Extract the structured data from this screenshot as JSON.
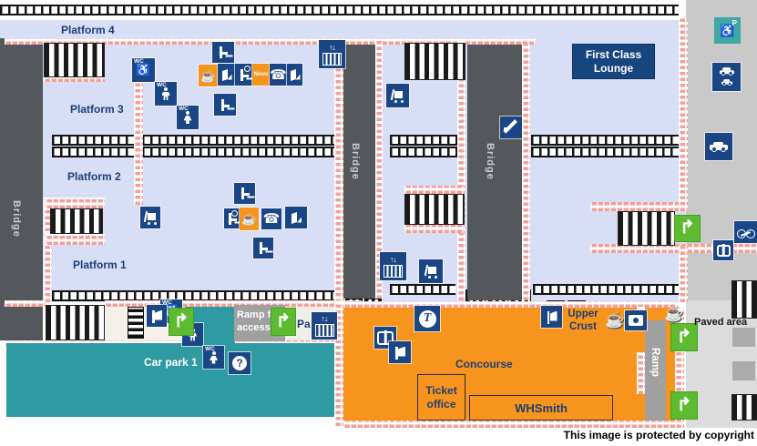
{
  "map": {
    "platforms": [
      "Platform 4",
      "Platform 3",
      "Platform 2",
      "Platform 1"
    ],
    "bridge": "Bridge",
    "first_class_lounge": [
      "First Class",
      "Lounge"
    ],
    "car_park": "Car park 1",
    "concourse": "Concourse",
    "ticket_office": [
      "Ticket",
      "office"
    ],
    "whsmith": "WHSmith",
    "upper_crust": [
      "Upper",
      "Crust"
    ],
    "ramp": "Ramp",
    "ramp_access": [
      "Ramp fo",
      "access"
    ],
    "pa_label": "Pa",
    "paved_area": "Paved area",
    "copyright": "This image is protected by copyright"
  },
  "icons": {
    "wc_label": "WC",
    "news_label": "News",
    "legend": [
      {
        "name": "wheelchair-wc-icon",
        "glyph": "♿"
      },
      {
        "name": "mens-wc-icon",
        "glyph": "man-figure"
      },
      {
        "name": "womens-wc-icon",
        "glyph": "woman-figure"
      },
      {
        "name": "refreshments-icon",
        "glyph": "☕"
      },
      {
        "name": "telephone-icon",
        "glyph": "☎"
      },
      {
        "name": "waiting-room-icon",
        "glyph": "seat+clock"
      },
      {
        "name": "seat-icon",
        "glyph": "seat"
      },
      {
        "name": "ticket-machine-icon",
        "glyph": "machine"
      },
      {
        "name": "ticket-gates-icon",
        "glyph": "gate"
      },
      {
        "name": "lift-icon",
        "glyph": "↑↓"
      },
      {
        "name": "escalator-icon",
        "glyph": "diagonal"
      },
      {
        "name": "luggage-trolley-icon",
        "glyph": "trolley"
      },
      {
        "name": "exit-icon",
        "glyph": "↱"
      },
      {
        "name": "help-point-icon",
        "glyph": "?"
      },
      {
        "name": "tourist-information-icon",
        "glyph": "T"
      },
      {
        "name": "photo-booth-icon",
        "glyph": "camera"
      },
      {
        "name": "accessible-parking-icon",
        "glyph": "♿P"
      },
      {
        "name": "drop-off-point-icon",
        "glyph": "cars"
      },
      {
        "name": "taxi-rank-icon",
        "glyph": "taxi"
      },
      {
        "name": "cycle-storage-icon",
        "glyph": "bicycle"
      },
      {
        "name": "news-kiosk-icon",
        "glyph": "News"
      }
    ]
  },
  "colors": {
    "platform_surface": "#D7DEF6",
    "bridge_gray": "#54585D",
    "brick_pink": "#F0A09A",
    "icon_navy": "#1B4685",
    "label_navy": "#1E3E75",
    "concourse_orange": "#F7941E",
    "car_park_teal": "#2E9AA1",
    "exit_green": "#5CBB30",
    "outside_gray": "#C9C9C9",
    "paved_gray": "#DCDCDC",
    "ramp_gray": "#A0A0A0"
  }
}
